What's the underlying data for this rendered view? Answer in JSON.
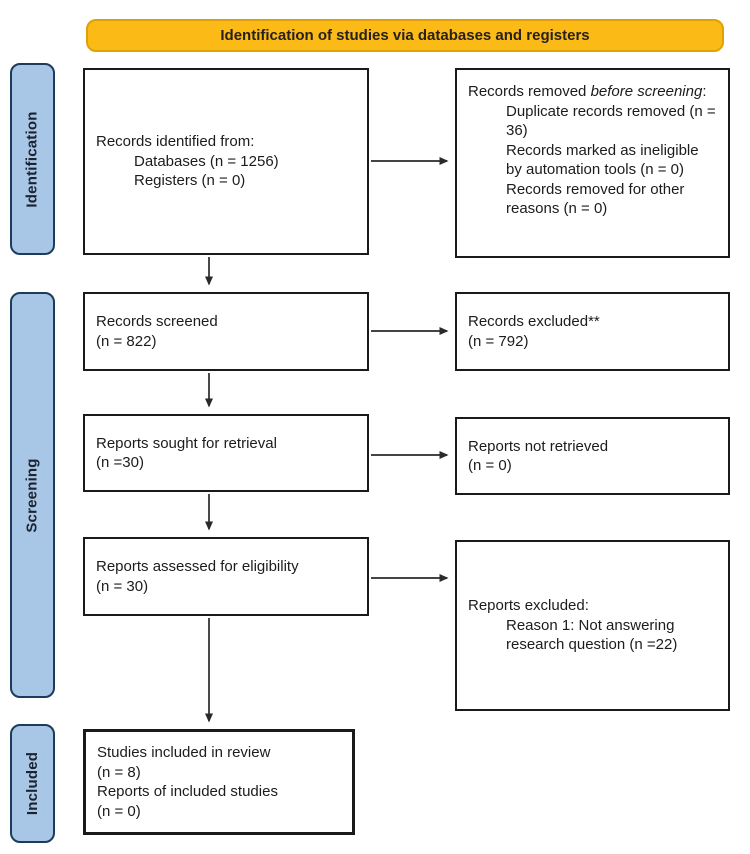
{
  "banner": {
    "title": "Identification of studies via databases and registers"
  },
  "sidebar": {
    "identification": "Identification",
    "screening": "Screening",
    "included": "Included"
  },
  "boxes": {
    "records_identified": {
      "title": "Records identified from:",
      "items": [
        "Databases (n = 1256)",
        "Registers (n = 0)"
      ]
    },
    "records_removed": {
      "title_prefix": "Records removed ",
      "title_italic": "before screening",
      "title_suffix": ":",
      "items": [
        "Duplicate records removed (n = 36)",
        "Records marked as ineligible by automation tools (n = 0)",
        "Records removed for other reasons (n = 0)"
      ]
    },
    "records_screened": {
      "lines": [
        "Records screened",
        "(n = 822)"
      ]
    },
    "records_excluded": {
      "lines": [
        "Records excluded**",
        "(n = 792)"
      ]
    },
    "reports_sought": {
      "lines": [
        "Reports sought for retrieval",
        "(n =30)"
      ]
    },
    "reports_not_retrieved": {
      "lines": [
        "Reports not retrieved",
        "(n = 0)"
      ]
    },
    "reports_assessed": {
      "lines": [
        "Reports assessed for eligibility",
        "(n = 30)"
      ]
    },
    "reports_excluded": {
      "title": "Reports excluded:",
      "items": [
        "Reason 1: Not answering research question (n =22)"
      ]
    },
    "studies_included": {
      "lines": [
        "Studies included in review",
        "(n = 8)",
        "Reports of included studies",
        "(n = 0)"
      ]
    }
  },
  "colors": {
    "banner_fill": "#fbba16",
    "banner_border": "#dfa106",
    "phase_label_fill": "#a8c6e5",
    "phase_label_border": "#1e3a5c",
    "box_border": "#1a1a1a",
    "arrow": "#2a2a2a"
  }
}
